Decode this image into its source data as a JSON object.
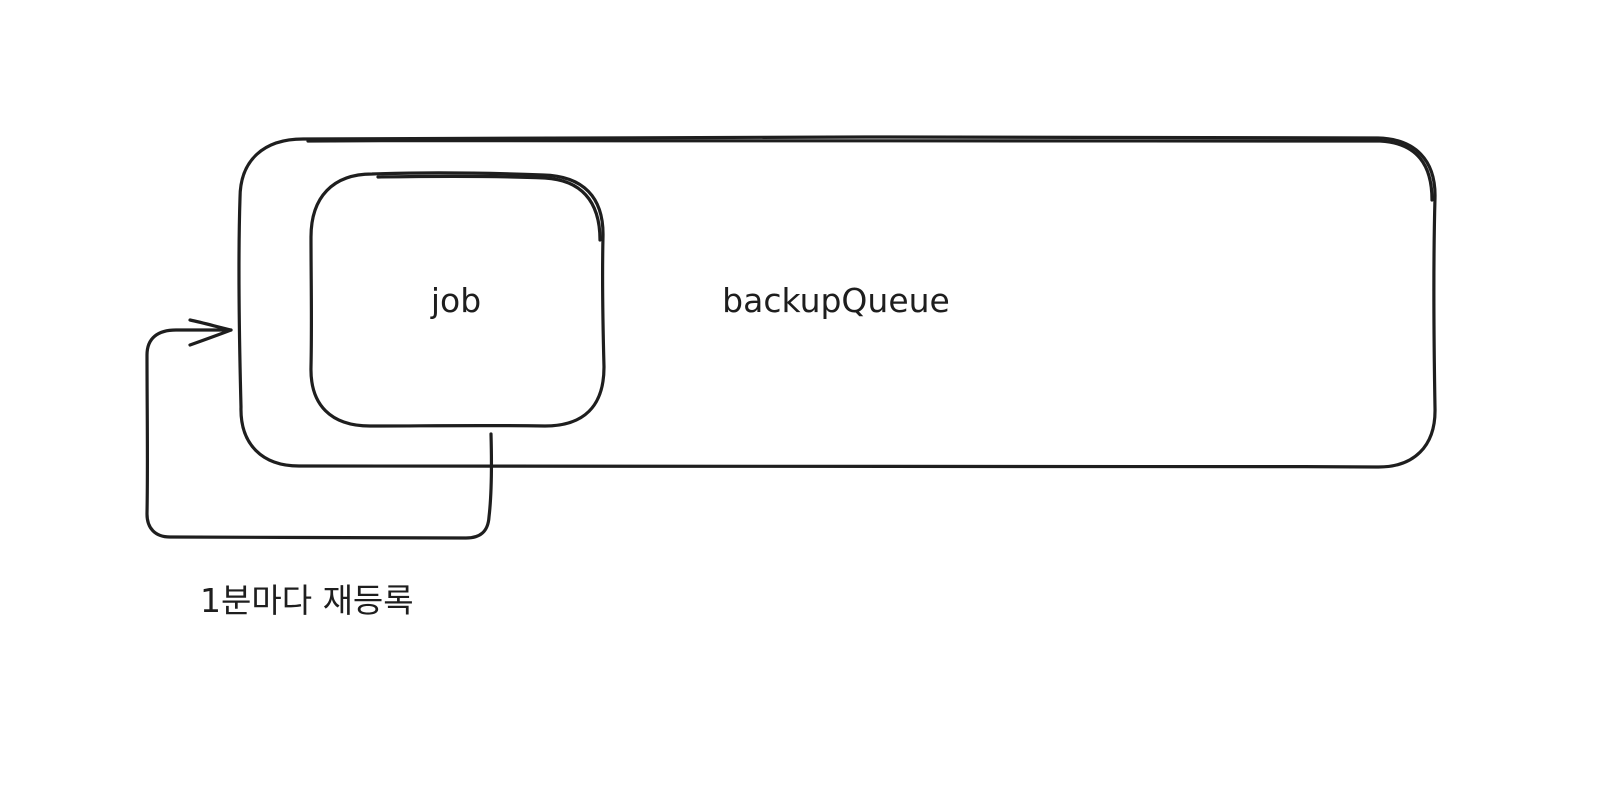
{
  "diagram": {
    "outer_box": {
      "label": "backupQueue"
    },
    "inner_box": {
      "label": "job"
    },
    "loop_arrow": {
      "label": "1분마다 재등록"
    }
  }
}
